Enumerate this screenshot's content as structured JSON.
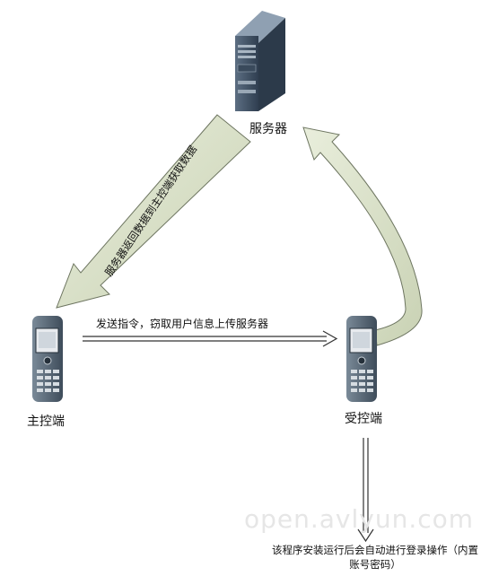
{
  "nodes": {
    "server_label": "服务器",
    "controller_label": "主控端",
    "controlled_label": "受控端"
  },
  "edges": {
    "server_to_controller": "服务器返回数据到主控端获取数据",
    "controller_to_controlled": "发送指令，窃取用户信息上传服务器"
  },
  "caption": "该程序安装运行后会自动进行登录操作（内置账号密码）",
  "watermark": "open.avlyun.com"
}
